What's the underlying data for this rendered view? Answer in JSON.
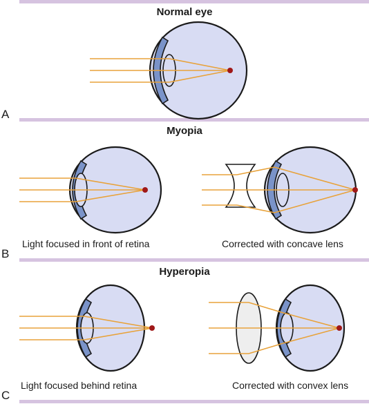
{
  "colors": {
    "band": "#d6c3e0",
    "eye_fill": "#d8dcf3",
    "eye_stroke": "#1a1a1a",
    "cornea": "#7a93c9",
    "ray": "#e8a23a",
    "focus": "#a01818",
    "lens_fill": "#ffffff",
    "convex_fill": "#eeeeee"
  },
  "panels": {
    "a": {
      "letter": "A",
      "title": "Normal eye"
    },
    "b": {
      "letter": "B",
      "title": "Myopia",
      "left_caption": "Light focused in front of retina",
      "right_caption": "Corrected with concave lens"
    },
    "c": {
      "letter": "C",
      "title": "Hyperopia",
      "left_caption": "Light focused behind retina",
      "right_caption": "Corrected with convex lens"
    }
  }
}
